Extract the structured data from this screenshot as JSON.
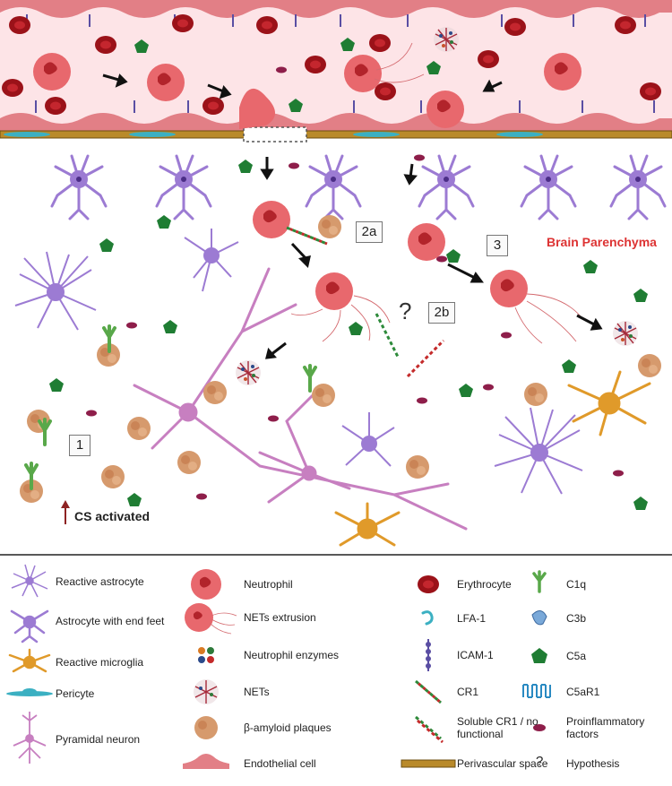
{
  "labels": {
    "region": "Brain Parenchyma",
    "step1": "1",
    "step2a": "2a",
    "step2b": "2b",
    "step3": "3",
    "question": "?",
    "cs": "CS activated"
  },
  "legend": [
    {
      "key": "reactive_astrocyte",
      "label": "Reactive astrocyte",
      "icon": "reactive-astrocyte-icon"
    },
    {
      "key": "astrocyte_end_feet",
      "label": "Astrocyte with end feet",
      "icon": "astrocyte-end-feet-icon"
    },
    {
      "key": "reactive_microglia",
      "label": "Reactive microglia",
      "icon": "microglia-icon"
    },
    {
      "key": "pericyte",
      "label": "Pericyte",
      "icon": "pericyte-icon"
    },
    {
      "key": "pyramidal_neuron",
      "label": "Pyramidal neuron",
      "icon": "neuron-icon"
    },
    {
      "key": "neutrophil",
      "label": "Neutrophil",
      "icon": "neutrophil-icon"
    },
    {
      "key": "nets_extrusion",
      "label": "NETs extrusion",
      "icon": "nets-extrusion-icon"
    },
    {
      "key": "neutrophil_enzymes",
      "label": "Neutrophil enzymes",
      "icon": "enzymes-icon"
    },
    {
      "key": "nets",
      "label": "NETs",
      "icon": "nets-icon"
    },
    {
      "key": "amyloid",
      "label": "β-amyloid plaques",
      "icon": "plaque-icon"
    },
    {
      "key": "endothelial",
      "label": "Endothelial cell",
      "icon": "endothelial-icon"
    },
    {
      "key": "erythrocyte",
      "label": "Erythrocyte",
      "icon": "erythrocyte-icon"
    },
    {
      "key": "lfa1",
      "label": "LFA-1",
      "icon": "lfa1-icon"
    },
    {
      "key": "icam1",
      "label": "ICAM-1",
      "icon": "icam1-icon"
    },
    {
      "key": "cr1",
      "label": "CR1",
      "icon": "cr1-icon"
    },
    {
      "key": "soluble_cr1",
      "label": "Soluble CR1 / no functional",
      "icon": "soluble-cr1-icon"
    },
    {
      "key": "perivascular",
      "label": "Perivascular space",
      "icon": "perivascular-icon"
    },
    {
      "key": "c1q",
      "label": "C1q",
      "icon": "c1q-icon"
    },
    {
      "key": "c3b",
      "label": "C3b",
      "icon": "c3b-icon"
    },
    {
      "key": "c5a",
      "label": "C5a",
      "icon": "c5a-icon"
    },
    {
      "key": "c5ar1",
      "label": "C5aR1",
      "icon": "c5ar1-icon"
    },
    {
      "key": "proinflammatory",
      "label": "Proinflammatory factors",
      "icon": "proinflammatory-icon"
    },
    {
      "key": "hypothesis",
      "label": "Hypothesis",
      "icon": "question-icon"
    }
  ],
  "colors": {
    "vessel": "#fde3e6",
    "endothelium": "#e27f86",
    "neutrophil": "#e86a6e",
    "erythrocyte": "#a3141c",
    "astrocyte": "#9c7bd3",
    "neuron": "#c77fc0",
    "microglia": "#e09a2a",
    "plaque": "#d4976a",
    "c5a": "#1e7a34",
    "proinflammatory": "#8e1e4a",
    "accent_text": "#d33333"
  }
}
